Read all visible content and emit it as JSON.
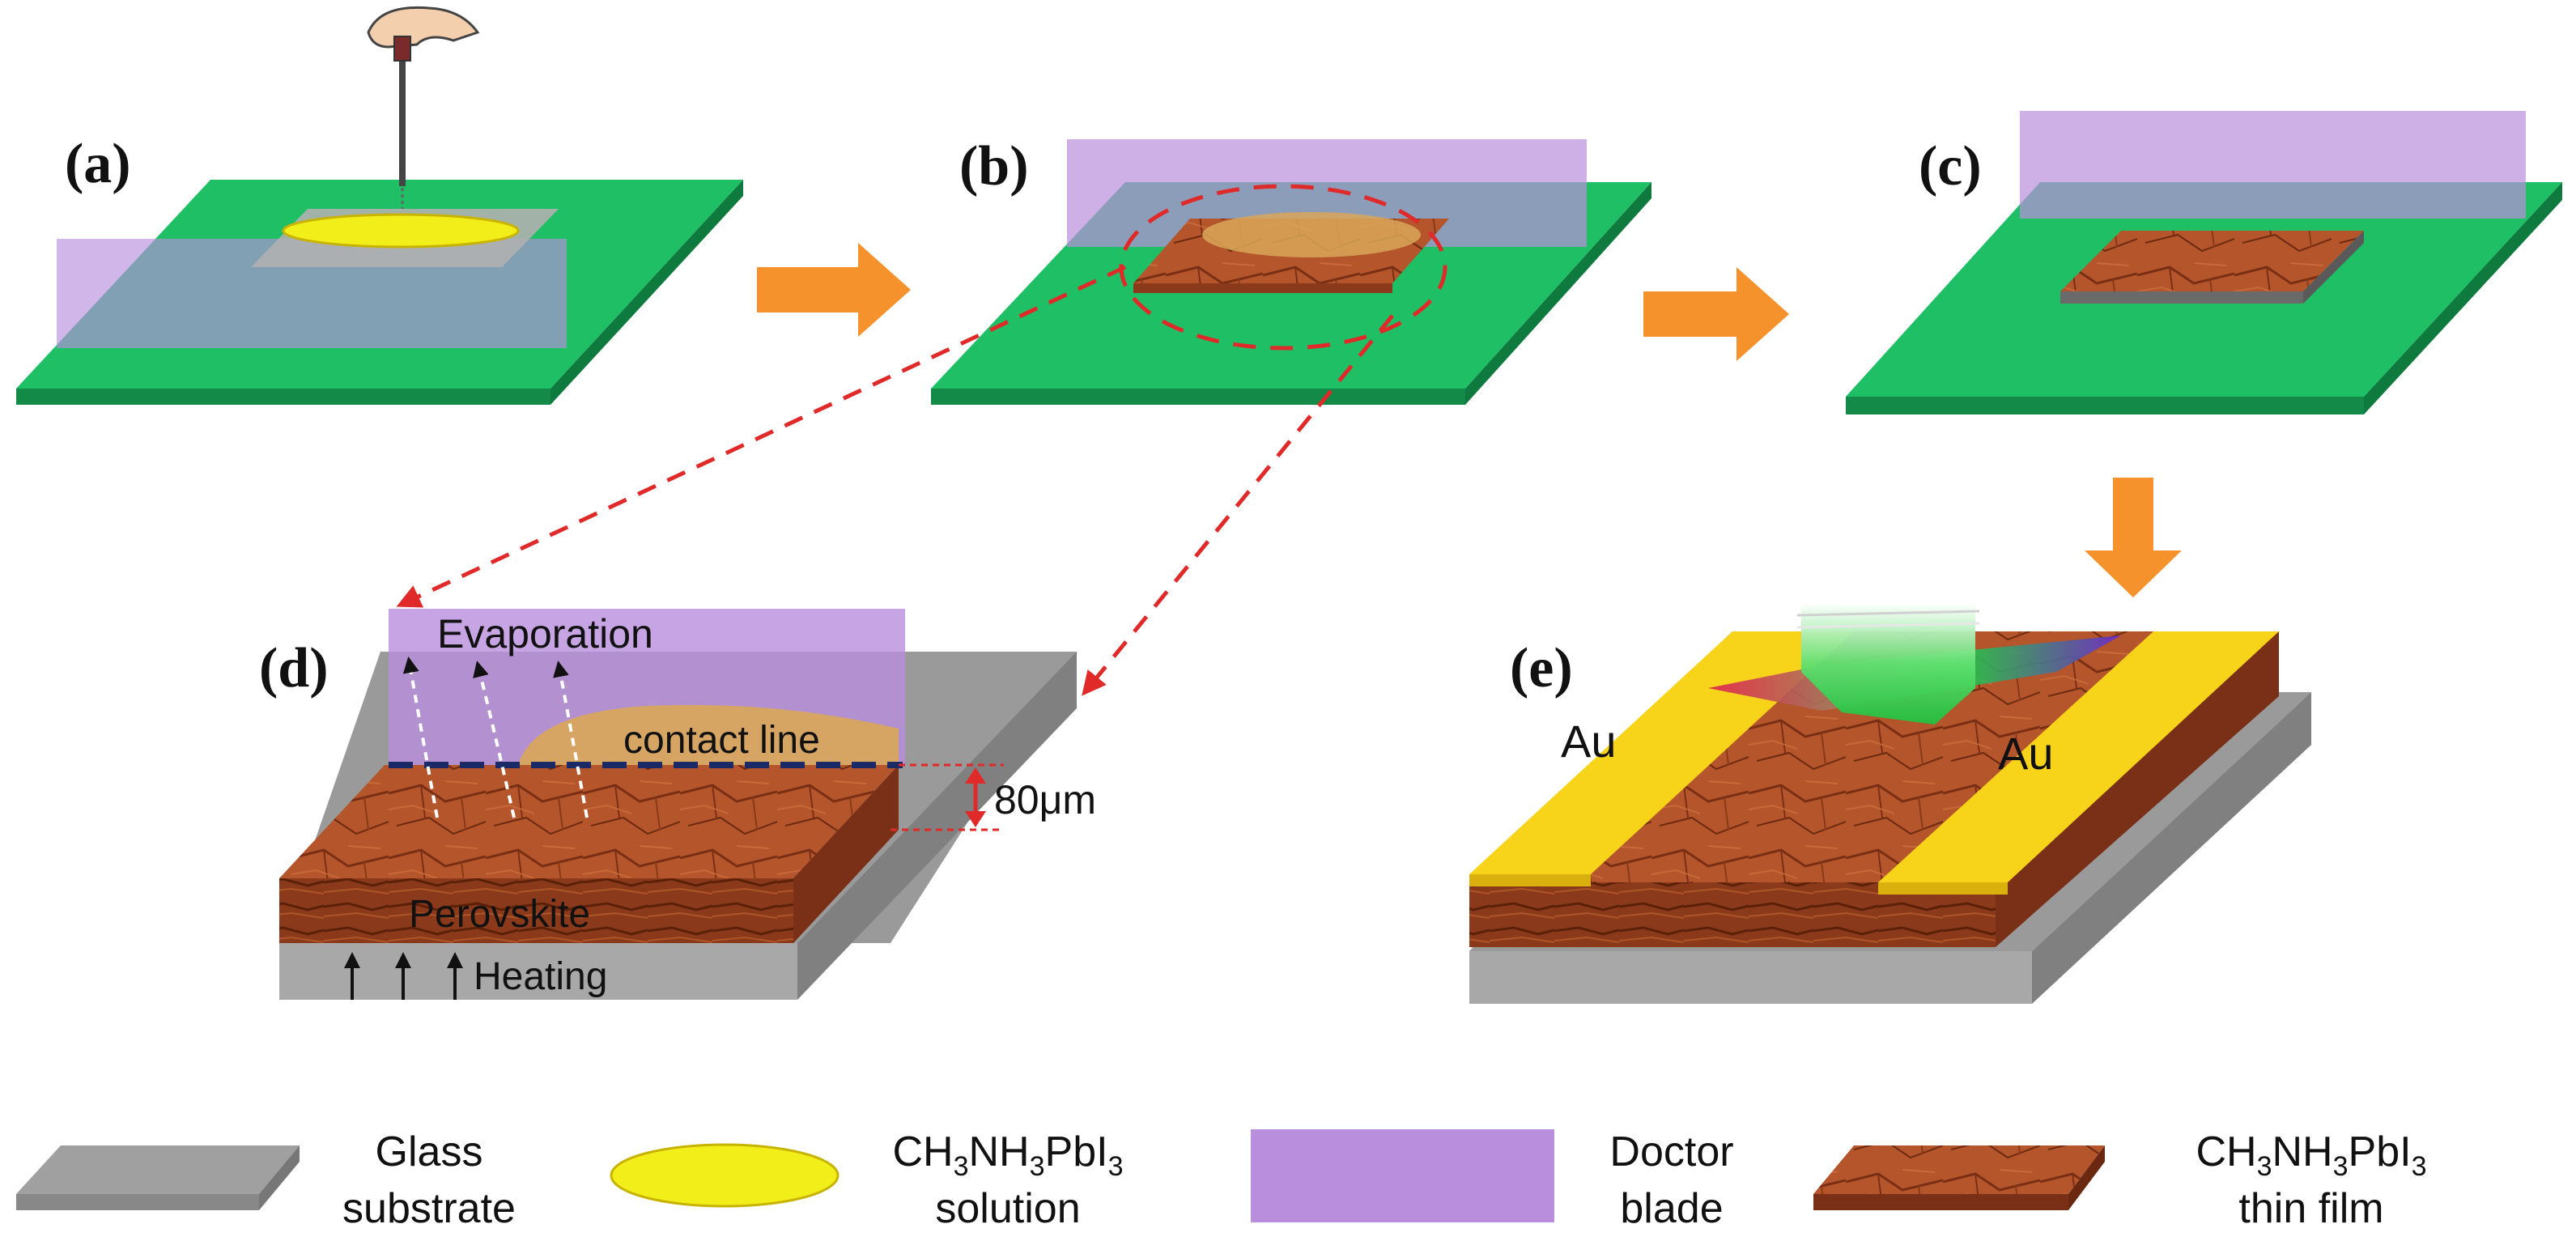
{
  "panels": {
    "a": "(a)",
    "b": "(b)",
    "c": "(c)",
    "d": "(d)",
    "e": "(e)"
  },
  "detail": {
    "evaporation": "Evaporation",
    "contact_line": "contact line",
    "thickness": "80μm",
    "perovskite": "Perovskite",
    "heating": "Heating"
  },
  "device": {
    "electrode_left": "Au",
    "electrode_right": "Au"
  },
  "legend": {
    "glass_line1": "Glass",
    "glass_line2": "substrate",
    "solution_formula": "CH3NH3PbI3",
    "solution_line2": "solution",
    "blade_line1": "Doctor",
    "blade_line2": "blade",
    "film_formula": "CH3NH3PbI3",
    "film_line2": "thin film"
  },
  "colors": {
    "substrate_green": "#1fbf66",
    "glass_gray": "#a8a8a8",
    "solution_yellow": "#f2ee1a",
    "blade_purple": "#b98fdd",
    "perovskite_brown": "#b0532a",
    "arrow_orange": "#f5922c",
    "dashed_red": "#e02a2a",
    "gold": "#f7d31a"
  }
}
